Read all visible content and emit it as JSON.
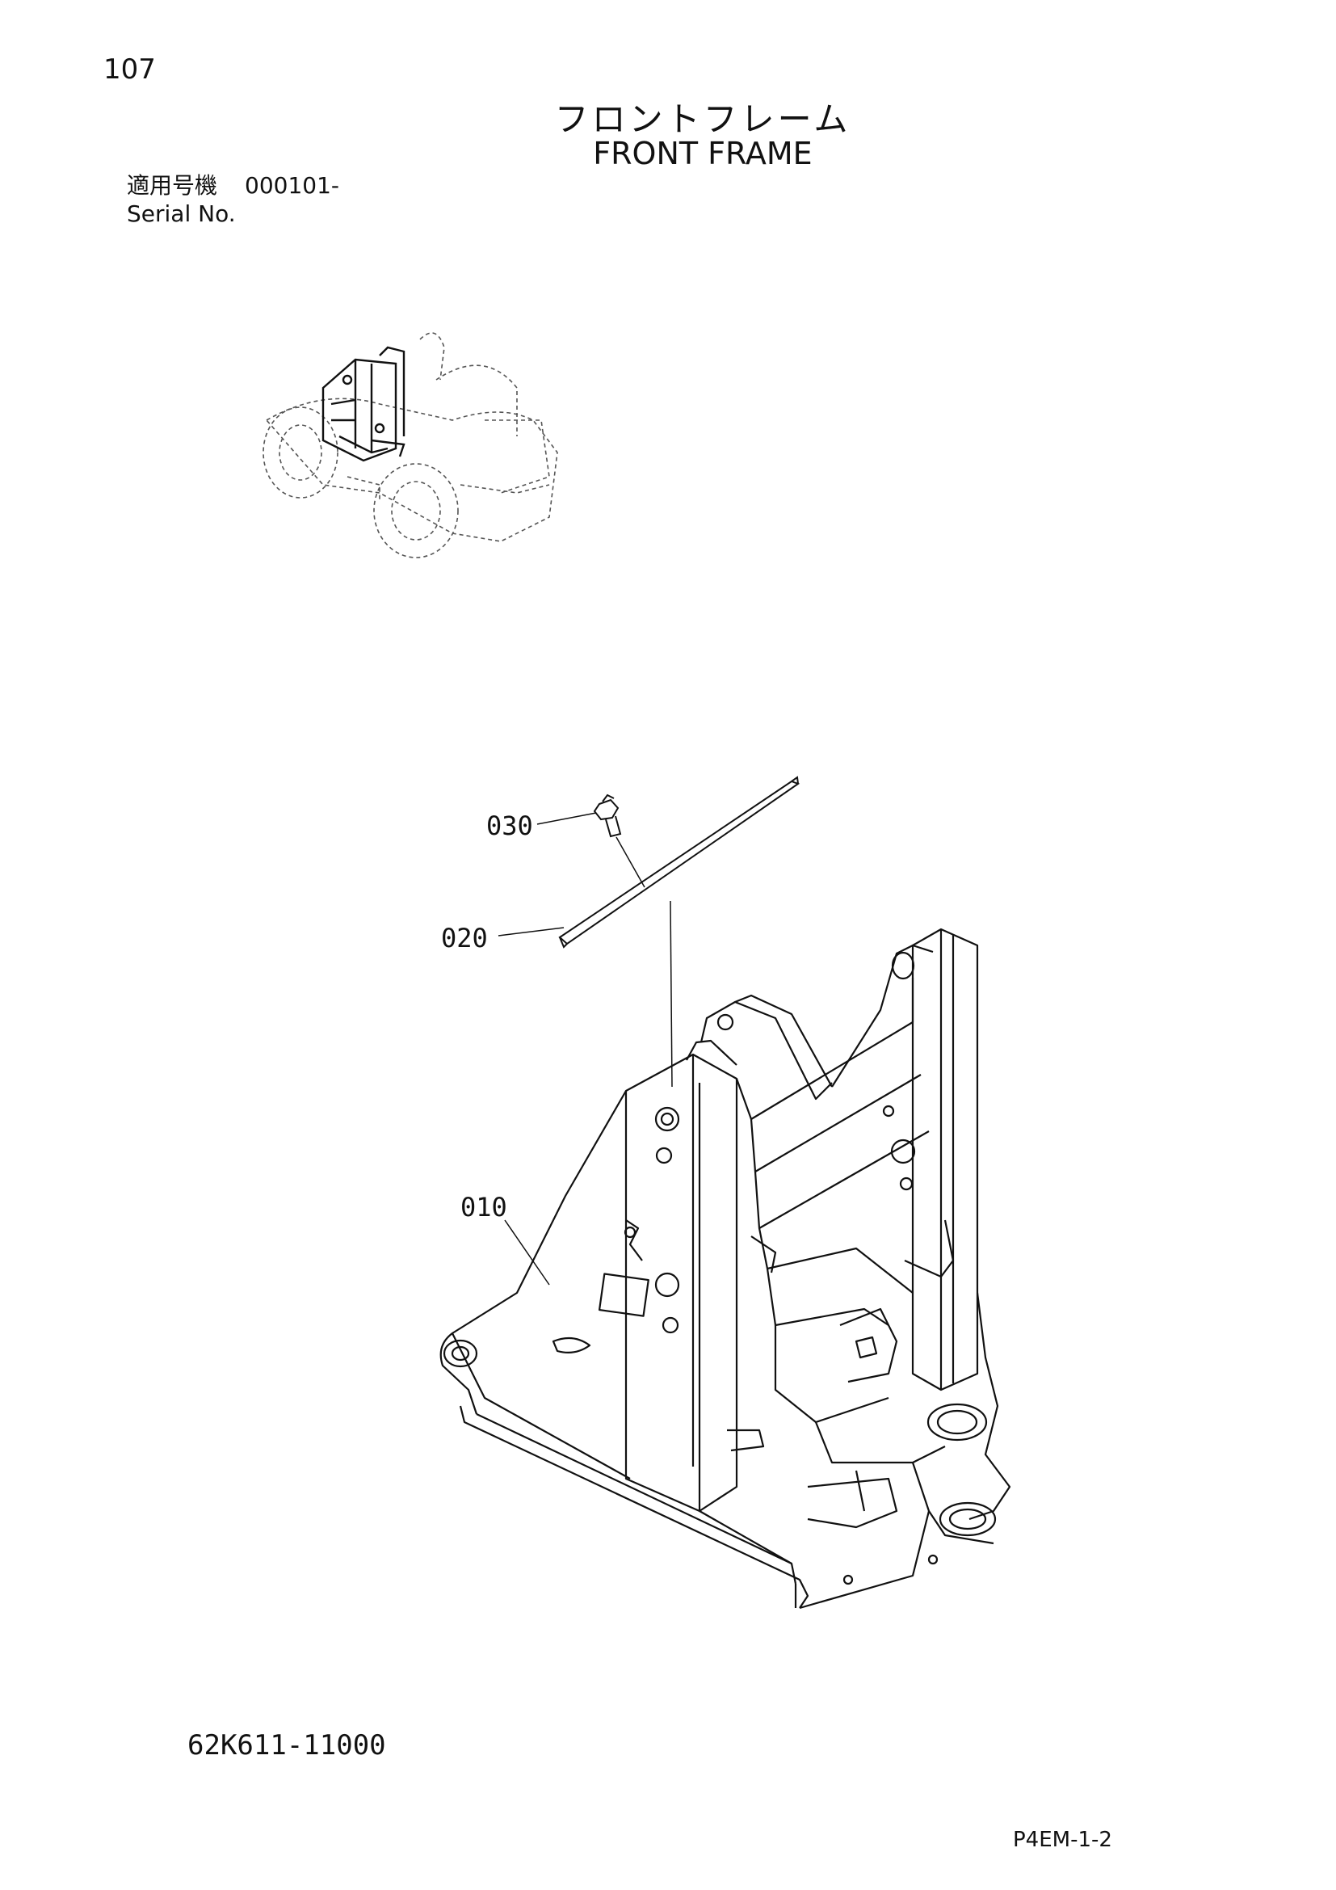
{
  "header": {
    "page_number": "107",
    "title_jp": "フロントフレーム",
    "title_en": "FRONT FRAME",
    "serial_label_jp": "適用号機",
    "serial_value": "000101-",
    "serial_label_en": "Serial No."
  },
  "callouts": {
    "item_030": "030",
    "item_020": "020",
    "item_010": "010"
  },
  "footer": {
    "part_number": "62K611-11000",
    "doc_code": "P4EM-1-2"
  }
}
